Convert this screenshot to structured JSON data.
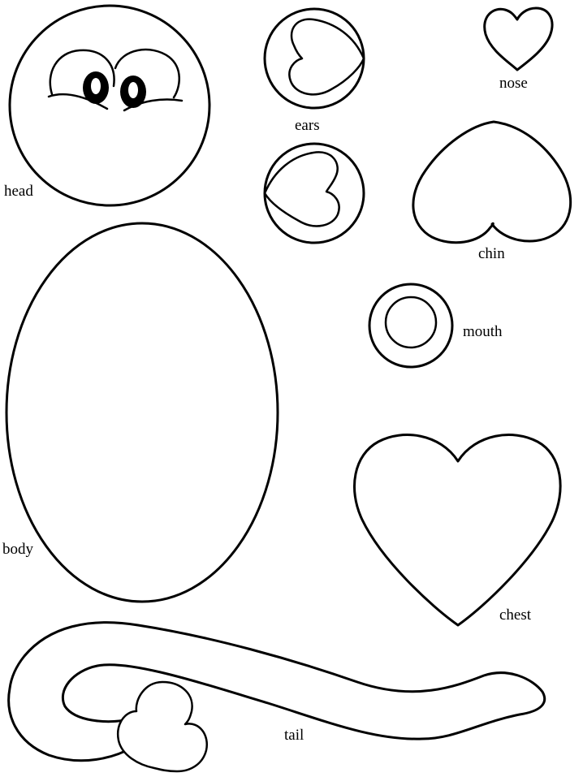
{
  "labels": {
    "head": "head",
    "ears": "ears",
    "nose": "nose",
    "chin": "chin",
    "mouth": "mouth",
    "body": "body",
    "chest": "chest",
    "tail": "tail"
  },
  "colors": {
    "outline": "#000000",
    "background": "#ffffff"
  }
}
